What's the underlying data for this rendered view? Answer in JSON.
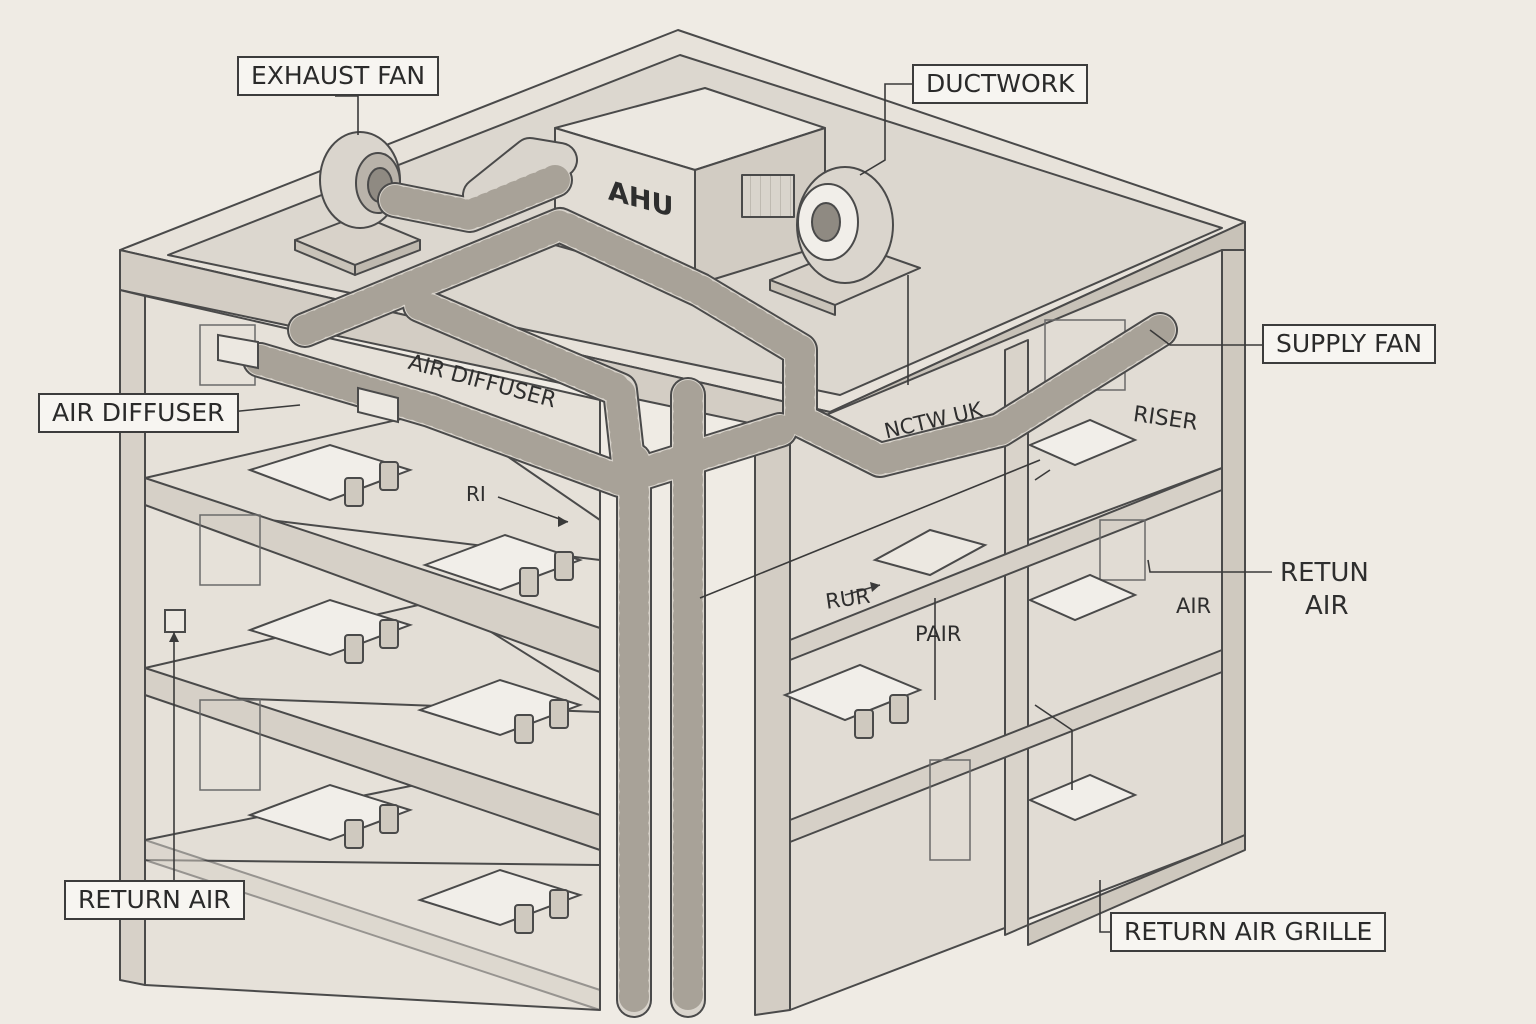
{
  "labels": {
    "exhaust_fan": "EXHAUST FAN",
    "ductwork": "DUCTWORK",
    "supply_fan": "SUPPLY FAN",
    "air_diffuser": "AIR DIFFUSER",
    "retun_air_line1": "RETUN",
    "retun_air_line2": "AIR",
    "return_air": "RETURN AIR",
    "return_air_grille": "RETURN AIR GRILLE"
  },
  "drawing_text": {
    "ahu": "AHU",
    "air_diffuser_inner": "AIR DIFFUSER",
    "nctw_uk": "NCTW UK",
    "riser": "RISER",
    "ri": "RI",
    "rur": "RUR",
    "pair": "PAIR",
    "air_small": "AIR"
  },
  "colors": {
    "background": "#efebe4",
    "line": "#4a4a4a",
    "wall": "#e3ded6",
    "wall_dark": "#cfc9bf",
    "duct": "#d6d1c9"
  }
}
